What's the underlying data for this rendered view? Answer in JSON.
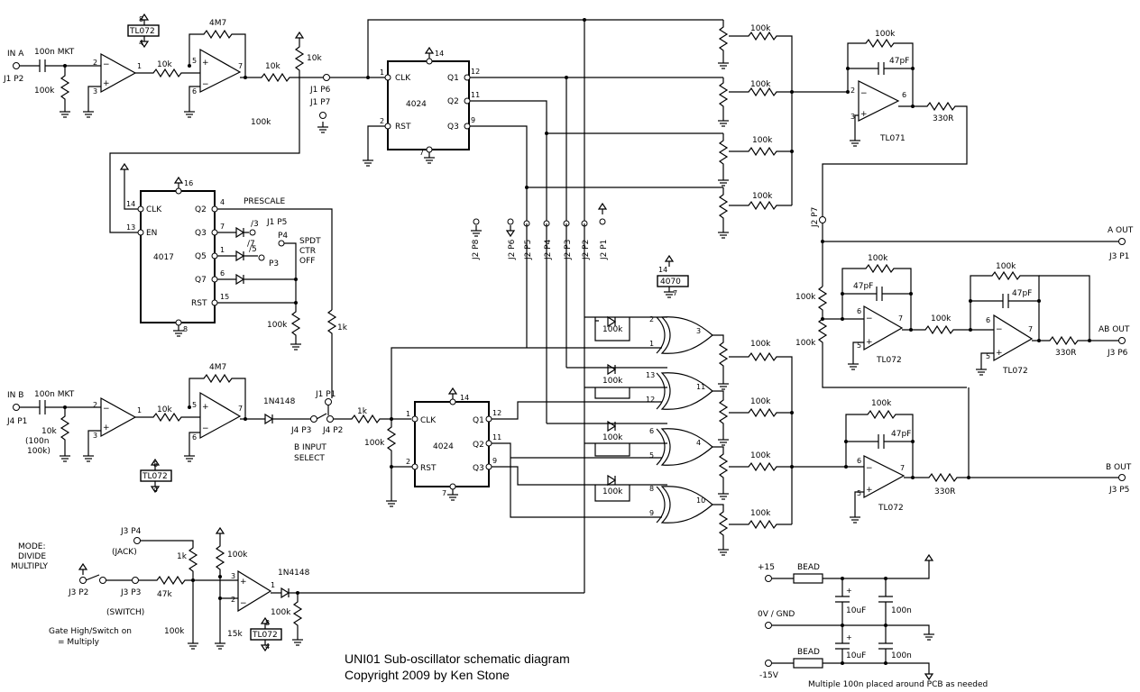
{
  "title": {
    "line1": "UNI01 Sub-oscillator schematic diagram",
    "line2": "Copyright 2009 by Ken Stone"
  },
  "inputs": {
    "in_a": "IN A",
    "j1p2": "J1 P2",
    "in_b": "IN B",
    "j4p1": "J4 P1"
  },
  "parts": {
    "c100n_mkt": "100n MKT",
    "r100k": "100k",
    "r10k": "10k",
    "r4m7": "4M7",
    "r1k": "1k",
    "r47k": "47k",
    "r15k": "15k",
    "r330": "330R",
    "c47p": "47pF",
    "c10u": "10uF",
    "c100n": "100n",
    "bead": "BEAD",
    "d1n4148": "1N4148",
    "tl072": "TL072",
    "tl071": "TL071",
    "ic4024": "4024",
    "ic4017": "4017",
    "ic4070": "4070",
    "alt_100n": "(100n",
    "alt_100k": "100k)"
  },
  "pins": {
    "p1": "1",
    "p2": "2",
    "p3": "3",
    "p4": "4",
    "p5": "5",
    "p6": "6",
    "p7": "7",
    "p8": "8",
    "p9": "9",
    "p10": "10",
    "p11": "11",
    "p12": "12",
    "p13": "13",
    "p14": "14",
    "p15": "15",
    "p16": "16"
  },
  "ic_pins": {
    "clk": "CLK",
    "rst": "RST",
    "en": "EN",
    "q1": "Q1",
    "q2": "Q2",
    "q3": "Q3",
    "q5": "Q5",
    "q7": "Q7",
    "minus": "−",
    "plus": "+"
  },
  "connectors": {
    "j1p6": "J1 P6",
    "j1p7": "J1 P7",
    "j1p5": "J1 P5",
    "j1p1": "J1 P1",
    "j2p1": "J2 P1",
    "j2p2": "J2 P2",
    "j2p3": "J2 P3",
    "j2p4": "J2 P4",
    "j2p5": "J2 P5",
    "j2p6": "J2 P6",
    "j2p7": "J2 P7",
    "j2p8": "J2 P8",
    "j3p1": "J3 P1",
    "j3p2": "J3 P2",
    "j3p3": "J3 P3",
    "j3p4": "J3 P4",
    "j3p5": "J3 P5",
    "j3p6": "J3 P6",
    "j4p2": "J4 P2",
    "j4p3": "J4 P3",
    "p3": "P3",
    "p4": "P4"
  },
  "labels": {
    "prescale": "PRESCALE",
    "div3": "/3",
    "div7": "/7",
    "div5": "/5",
    "spdt1": "SPDT",
    "spdt2": "CTR",
    "spdt3": "OFF",
    "a_out": "A OUT",
    "b_out": "B OUT",
    "ab_out": "AB OUT",
    "b_in1": "B INPUT",
    "b_in2": "SELECT",
    "mode1": "MODE:",
    "mode2": "DIVIDE",
    "mode3": "MULTIPLY",
    "jack": "(JACK)",
    "switch": "(SWITCH)",
    "gate1": "Gate High/Switch on",
    "gate2": "= Multiply",
    "p15": "+15",
    "gnd": "0V / GND",
    "m15": "-15V",
    "note": "Multiple 100n placed around PCB as needed"
  },
  "colors": {
    "ink": "#000000",
    "paper": "#ffffff"
  }
}
